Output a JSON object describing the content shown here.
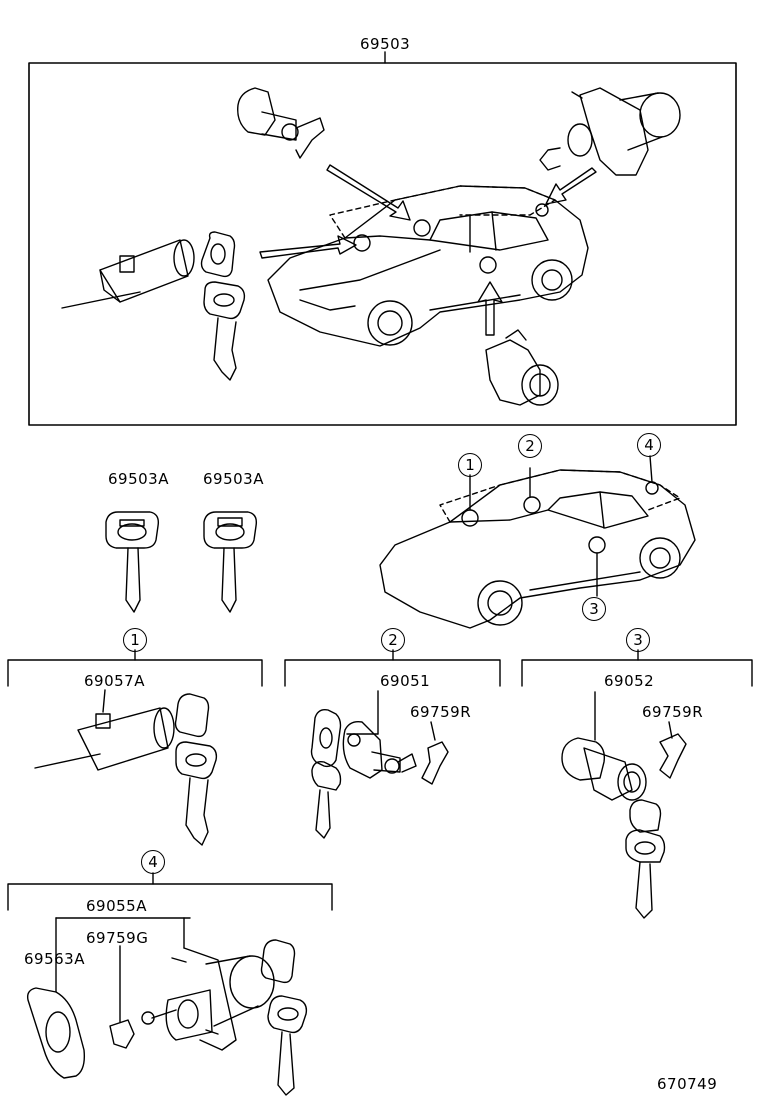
{
  "main_assembly": {
    "part_number": "69503"
  },
  "keys": [
    {
      "part_number": "69503A"
    },
    {
      "part_number": "69503A"
    }
  ],
  "location_markers": [
    "1",
    "2",
    "3",
    "4"
  ],
  "groups": [
    {
      "marker": "1",
      "parts": [
        "69057A"
      ]
    },
    {
      "marker": "2",
      "parts": [
        "69051",
        "69759R"
      ]
    },
    {
      "marker": "3",
      "parts": [
        "69052",
        "69759R"
      ]
    },
    {
      "marker": "4",
      "parts": [
        "69055A",
        "69759G",
        "69563A"
      ]
    }
  ],
  "diagram_id": "670749"
}
